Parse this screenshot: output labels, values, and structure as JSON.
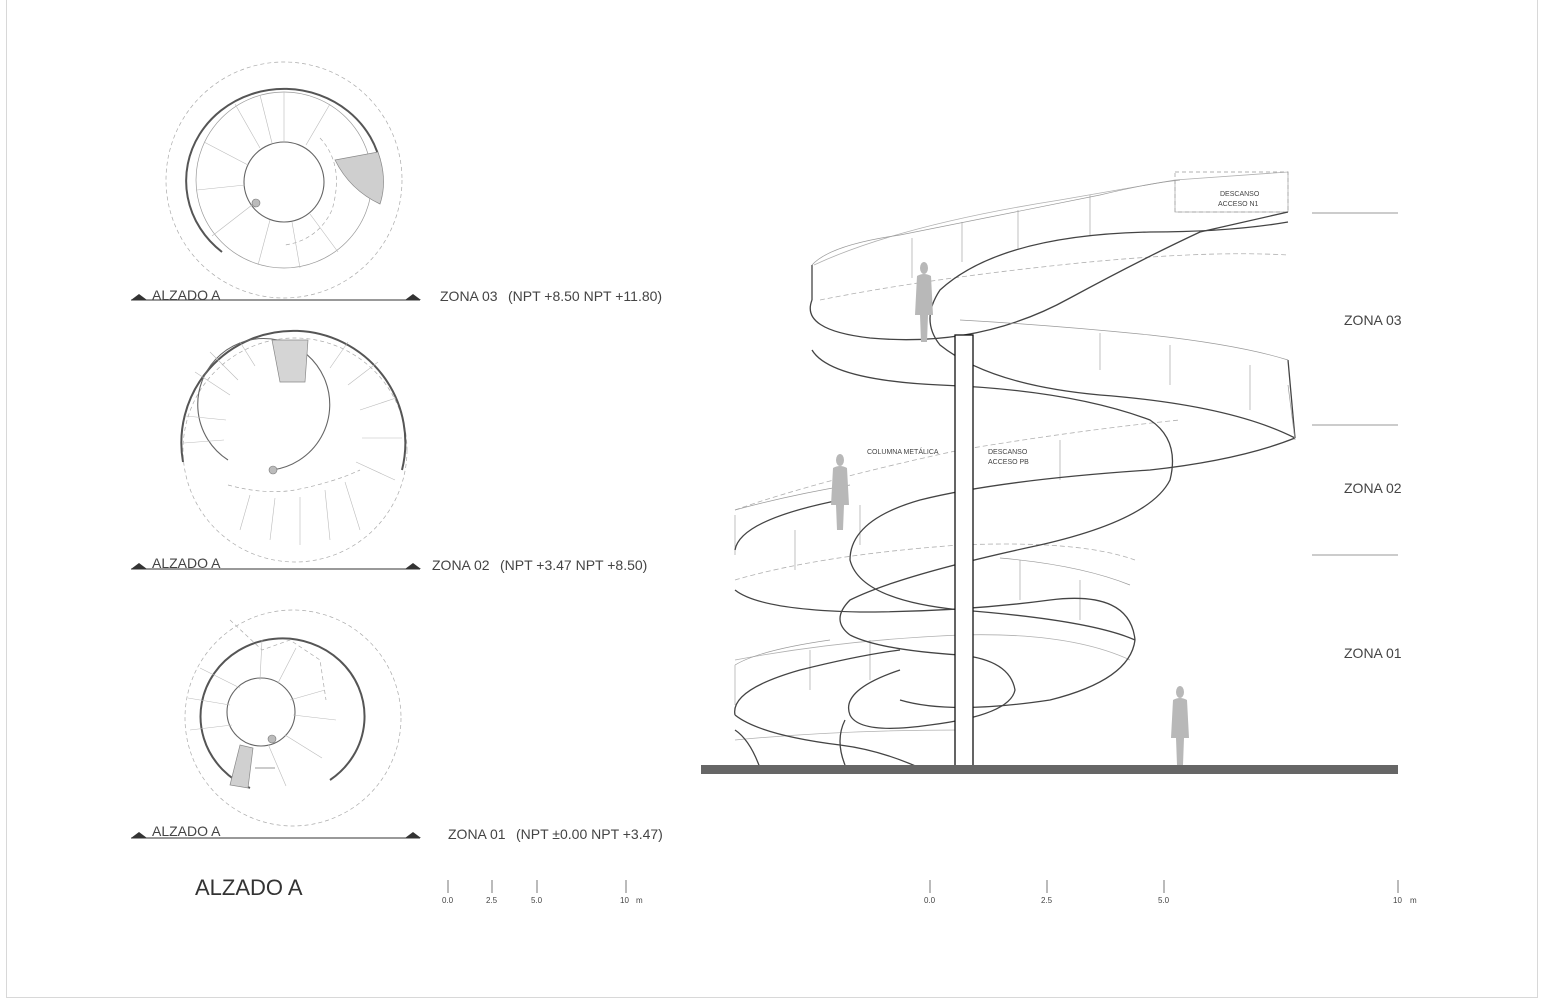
{
  "plans": [
    {
      "section_label": "ALZADO A",
      "zone": "ZONA 03",
      "levels": "(NPT +8.50 NPT +11.80)"
    },
    {
      "section_label": "ALZADO A",
      "zone": "ZONA 02",
      "levels": "(NPT +3.47 NPT +8.50)"
    },
    {
      "section_label": "ALZADO A",
      "zone": "ZONA 01",
      "levels": "(NPT ±0.00 NPT +3.47)"
    }
  ],
  "elevation_title": "ALZADO A",
  "scale_left": {
    "ticks": [
      "0.0",
      "2.5",
      "5.0",
      "10"
    ],
    "unit": "m"
  },
  "scale_right": {
    "ticks": [
      "0.0",
      "2.5",
      "5.0",
      "10"
    ],
    "unit": "m"
  },
  "elevation_labels": {
    "top_landing": [
      "DESCANSO",
      "ACCESO N1"
    ],
    "column": "COLUMNA METÁLICA",
    "ground_landing": [
      "DESCANSO",
      "ACCESO PB"
    ]
  },
  "zones": [
    "ZONA 03",
    "ZONA 02",
    "ZONA 01"
  ]
}
